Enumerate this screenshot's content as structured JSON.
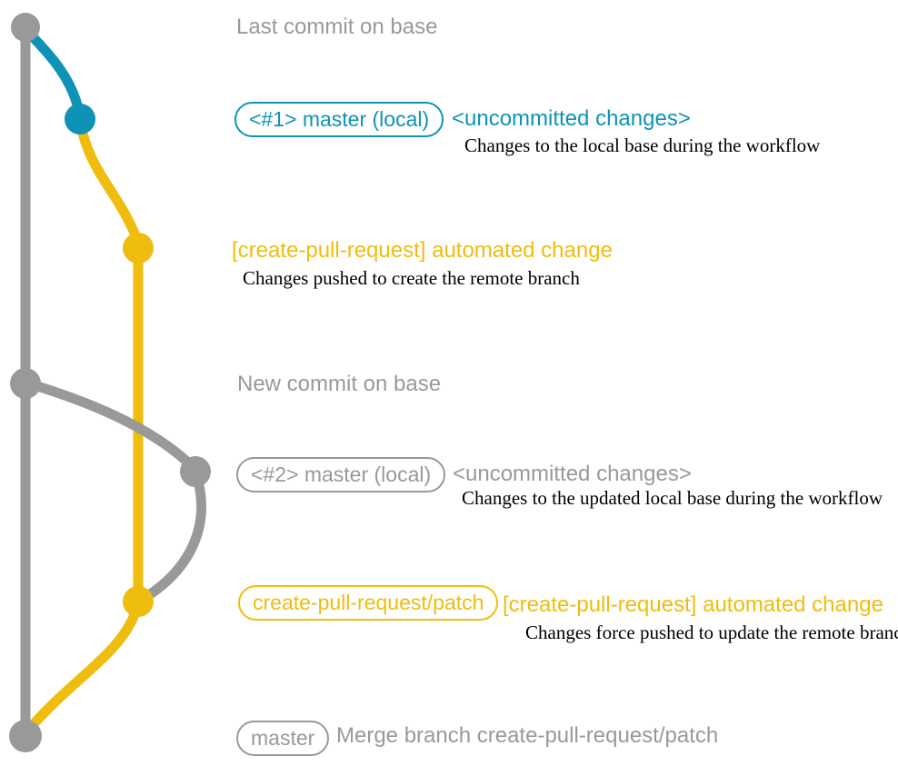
{
  "colors": {
    "gray": "#999999",
    "blue": "#0E93B6",
    "yellow": "#EFBD0D",
    "text": "#000000",
    "background": "#FFFFFF"
  },
  "graph": {
    "branches": [
      {
        "name": "base",
        "color": "#999999"
      },
      {
        "name": "master (local)",
        "color": "#0E93B6"
      },
      {
        "name": "create-pull-request/patch",
        "color": "#EFBD0D"
      }
    ]
  },
  "annotations": {
    "last_commit": {
      "label": "Last commit on base"
    },
    "local1": {
      "badge": "<#1> master (local)",
      "note": "<uncommitted changes>",
      "desc": "Changes to the local base during the workflow"
    },
    "push1": {
      "title": "[create-pull-request] automated change",
      "desc": "Changes pushed to create the remote branch"
    },
    "new_commit": {
      "label": "New commit on base"
    },
    "local2": {
      "badge": "<#2> master (local)",
      "note": "<uncommitted changes>",
      "desc": "Changes to the updated local base during the workflow"
    },
    "push2": {
      "badge": "create-pull-request/patch",
      "title": "[create-pull-request] automated change",
      "desc": "Changes force pushed to update the remote branch"
    },
    "merge": {
      "badge": "master",
      "note": "Merge branch create-pull-request/patch"
    }
  }
}
